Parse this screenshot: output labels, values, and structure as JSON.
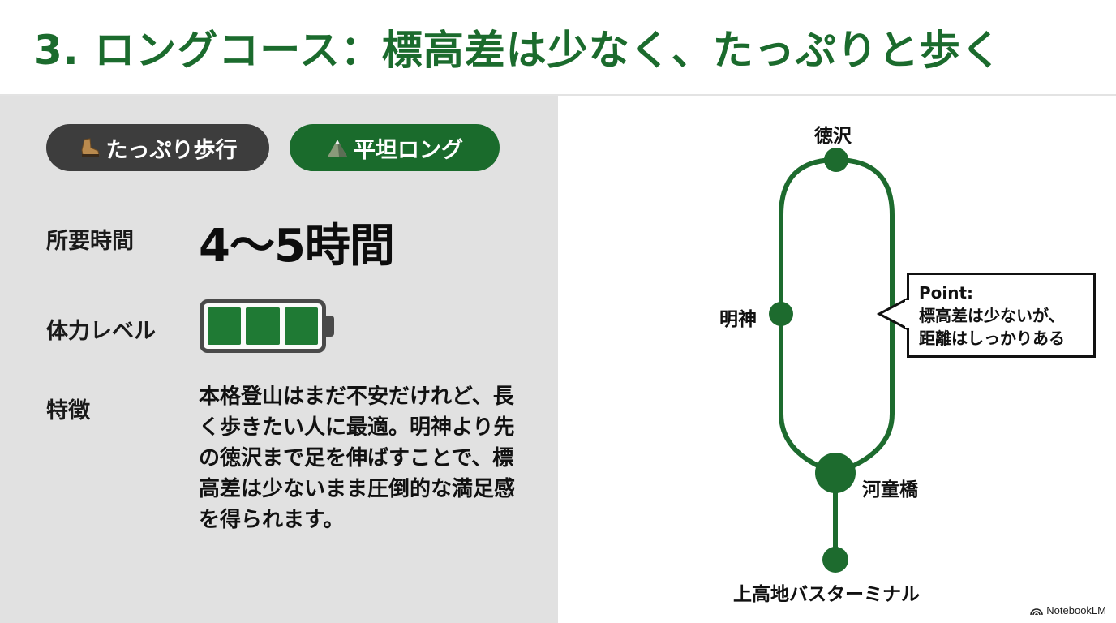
{
  "header": {
    "title": "3. ロングコース：標高差は少なく、たっぷりと歩く"
  },
  "tags": [
    {
      "label": "たっぷり歩行",
      "icon": "hiking-boot-icon",
      "color": "#3d3d3d"
    },
    {
      "label": "平坦ロング",
      "icon": "mountain-icon",
      "color": "#1a6b2c"
    }
  ],
  "info": {
    "duration_label": "所要時間",
    "duration_value": "4〜5時間",
    "stamina_label": "体力レベル",
    "stamina_level": 3,
    "stamina_max": 3,
    "feature_label": "特徴",
    "feature_text": "本格登山はまだ不安だけれど、長く歩きたい人に最適。明神より先の徳沢まで足を伸ばすことで、標高差は少ないまま圧倒的な満足感を得られます。"
  },
  "route": {
    "line_color": "#1d6b2e",
    "stations": [
      {
        "name": "徳沢"
      },
      {
        "name": "明神"
      },
      {
        "name": "河童橋"
      },
      {
        "name": "上高地バスターミナル"
      }
    ],
    "callout": {
      "title": "Point:",
      "line1": "標高差は少ないが、",
      "line2": "距離はしっかりある"
    }
  },
  "footer": {
    "brand": "NotebookLM"
  }
}
